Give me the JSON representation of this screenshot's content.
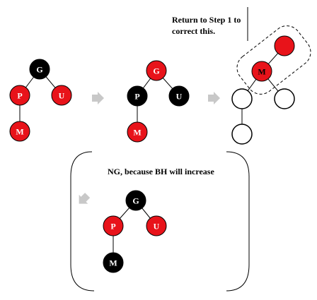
{
  "colors": {
    "red": "#e8131a",
    "black": "#000000",
    "white": "#ffffff",
    "arrow": "#c8c8c8",
    "edge": "#000000"
  },
  "note": {
    "line1": "Return to Step 1 to",
    "line2": "correct this."
  },
  "bracket_caption": "NG, because BH will increase",
  "trees": {
    "tree1": {
      "g": {
        "label": "G",
        "color": "black"
      },
      "p": {
        "label": "P",
        "color": "red"
      },
      "u": {
        "label": "U",
        "color": "red"
      },
      "m": {
        "label": "M",
        "color": "red"
      }
    },
    "tree2": {
      "g": {
        "label": "G",
        "color": "red"
      },
      "p": {
        "label": "P",
        "color": "black"
      },
      "u": {
        "label": "U",
        "color": "black"
      },
      "m": {
        "label": "M",
        "color": "red"
      }
    },
    "tree3": {
      "top": {
        "label": "",
        "color": "red"
      },
      "m": {
        "label": "M",
        "color": "red"
      },
      "left": {
        "label": "",
        "color": "white"
      },
      "right": {
        "label": "",
        "color": "white"
      },
      "bottom": {
        "label": "",
        "color": "white"
      }
    },
    "tree4": {
      "g": {
        "label": "G",
        "color": "black"
      },
      "p": {
        "label": "P",
        "color": "red"
      },
      "u": {
        "label": "U",
        "color": "red"
      },
      "m": {
        "label": "M",
        "color": "black"
      }
    }
  },
  "icons": {
    "arrow1": "right-arrow-icon",
    "arrow2": "right-arrow-icon",
    "arrow3": "diagonal-arrow-icon"
  }
}
